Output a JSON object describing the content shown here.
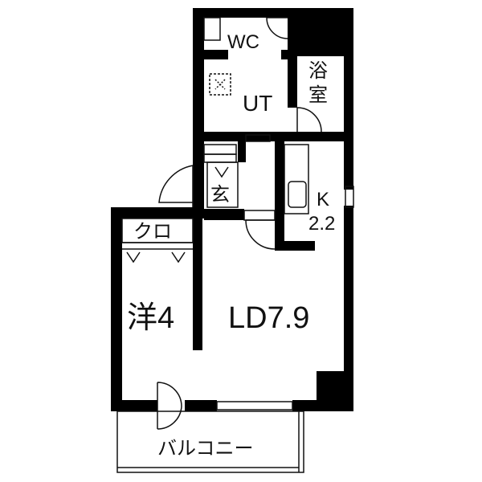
{
  "rooms": {
    "wc": "WC",
    "utility": "UT",
    "bath": "浴\n室",
    "entrance": "玄",
    "kitchen": "K\n2.2",
    "closet": "クロ",
    "western_room": "洋4",
    "living_dining": "LD7.9",
    "balcony": "バルコニー"
  },
  "colors": {
    "wall": "#000000",
    "line": "#111111",
    "background": "#ffffff"
  }
}
